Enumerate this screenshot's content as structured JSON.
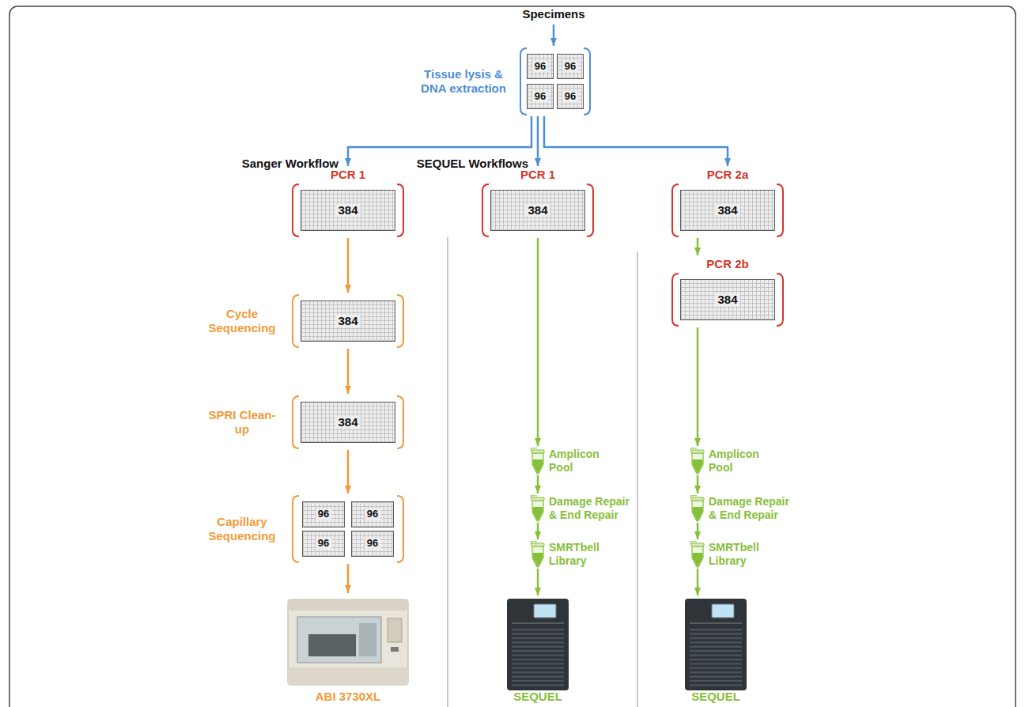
{
  "diagram": {
    "nodes": [
      {
        "text": [
          "Specimens"
        ]
      },
      {
        "text": [
          "Tissue lysis & DNA extraction"
        ]
      },
      {
        "text": [
          "96"
        ],
        "in": 1
      },
      {
        "text": [
          "96"
        ],
        "in": 1
      },
      {
        "text": [
          "96"
        ],
        "in": 1
      },
      {
        "text": [
          "96"
        ],
        "in": 1
      },
      {
        "text": [
          "PCR 1"
        ]
      },
      {
        "text": [
          "384"
        ],
        "in": 6
      },
      {
        "text": [
          "PCR 1"
        ]
      },
      {
        "text": [
          "384"
        ],
        "in": 8
      },
      {
        "text": [
          "PCR 2a"
        ]
      },
      {
        "text": [
          "384"
        ],
        "in": 10
      },
      {
        "text": [
          "Cycle Sequencing"
        ]
      },
      {
        "text": [
          "384"
        ],
        "in": 12
      },
      {
        "text": [
          "PCR 2b"
        ]
      },
      {
        "text": [
          "384"
        ],
        "in": 14
      },
      {
        "text": [
          "SPRI Clean-up"
        ]
      },
      {
        "text": [
          "384"
        ],
        "in": 16
      },
      {
        "text": [
          "Capillary Sequencing"
        ]
      },
      {
        "text": [
          "96"
        ],
        "in": 18
      },
      {
        "text": [
          "96"
        ],
        "in": 18
      },
      {
        "text": [
          "96"
        ],
        "in": 18
      },
      {
        "text": [
          "96"
        ],
        "in": 18
      },
      {
        "text": [
          "Amplicon Pool"
        ]
      },
      {
        "text": [
          "Amplicon Pool"
        ]
      },
      {
        "text": [
          "Damage Repair & End Repair"
        ]
      },
      {
        "text": [
          "Damage Repair & End Repair"
        ]
      },
      {
        "text": [
          "SMRTbell Library"
        ]
      },
      {
        "text": [
          "SMRTbell Library"
        ]
      },
      {
        "text": [
          "ABI 3730XL"
        ]
      },
      {
        "text": [
          "SEQUEL"
        ]
      },
      {
        "text": [
          "SEQUEL"
        ]
      }
    ],
    "edges": [
      {
        "from": 0,
        "to": 1,
        "arrow": "to"
      },
      {
        "from": 1,
        "to": 6,
        "arrow": "to"
      },
      {
        "from": 1,
        "to": 8,
        "arrow": "to"
      },
      {
        "from": 1,
        "to": 10,
        "arrow": "to"
      },
      {
        "from": 6,
        "to": 12,
        "arrow": "to"
      },
      {
        "from": 12,
        "to": 16,
        "arrow": "to"
      },
      {
        "from": 16,
        "to": 18,
        "arrow": "to"
      },
      {
        "from": 18,
        "to": 29,
        "arrow": "to"
      },
      {
        "from": 8,
        "to": 23,
        "arrow": "to"
      },
      {
        "from": 23,
        "to": 25,
        "arrow": "to"
      },
      {
        "from": 25,
        "to": 27,
        "arrow": "to"
      },
      {
        "from": 27,
        "to": 30,
        "arrow": "to"
      },
      {
        "from": 10,
        "to": 14,
        "arrow": "to"
      },
      {
        "from": 14,
        "to": 24,
        "arrow": "to"
      },
      {
        "from": 24,
        "to": 26,
        "arrow": "to"
      },
      {
        "from": 26,
        "to": 28,
        "arrow": "to"
      },
      {
        "from": 28,
        "to": 31,
        "arrow": "to"
      }
    ],
    "labels": [
      "Sanger Workflow",
      "SEQUEL Workflows"
    ]
  }
}
